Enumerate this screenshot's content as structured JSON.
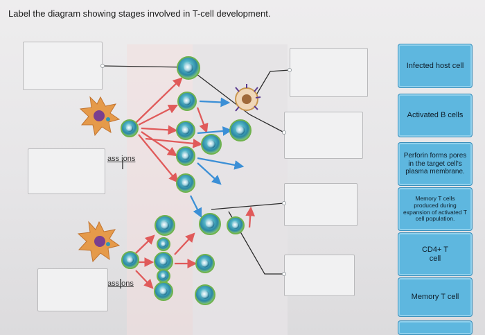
{
  "question": {
    "prompt": "Label the diagram showing stages involved in T-cell development."
  },
  "diagram": {
    "partial_labels": [
      "ass ions",
      "ass ons"
    ]
  },
  "answer_options": [
    {
      "label": "Infected host cell"
    },
    {
      "label": "Activated B cells"
    },
    {
      "label": "Perforin forms pores in the target cell's plasma membrane."
    },
    {
      "label": "Memory T cells produced during expansion of activated T cell population."
    },
    {
      "label": "CD4+ T cell"
    },
    {
      "label": "Memory T cell"
    }
  ],
  "colors": {
    "option_fill": "#5eb7df",
    "option_border": "#3a8fbb",
    "arrow_red": "#e05a5a",
    "arrow_blue": "#3b8fd6",
    "cell_green": "#7fbf5a",
    "cell_teal": "#2f97b5",
    "apc_orange": "#e59a4a"
  }
}
